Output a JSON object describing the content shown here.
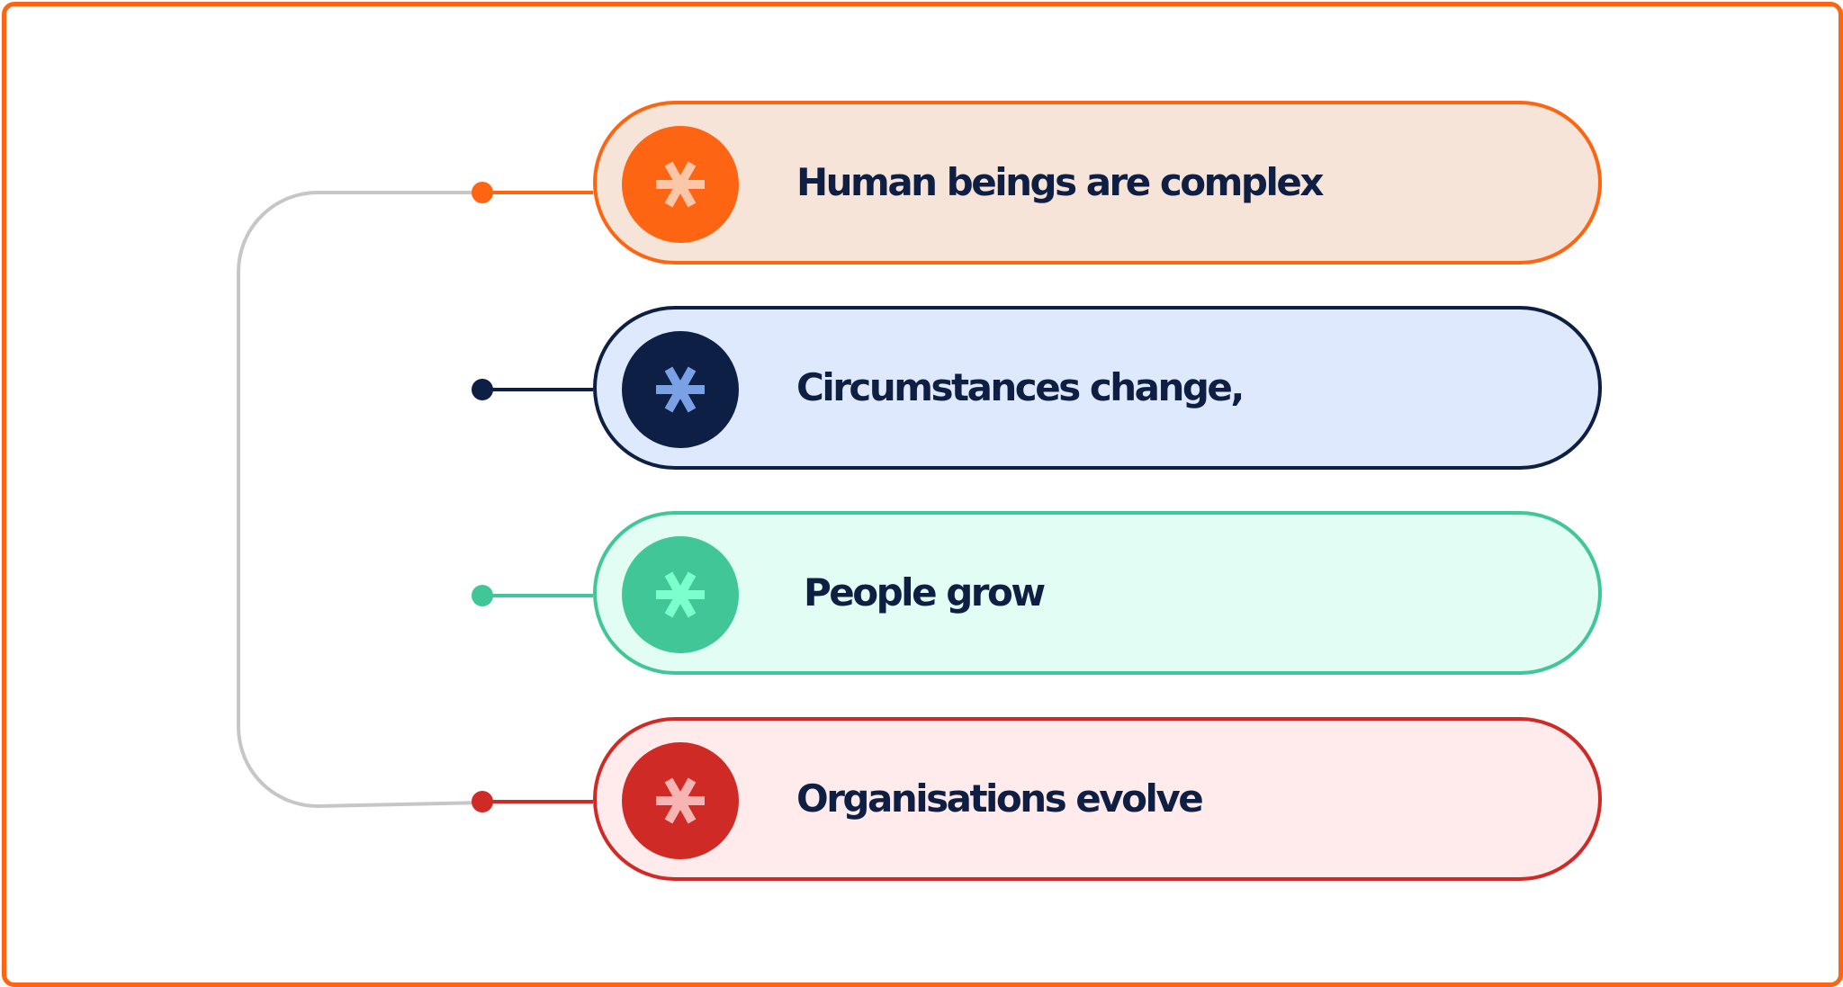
{
  "items": [
    {
      "text": "Human beings are complex",
      "color": "#fe6513",
      "fill": "#f6e4d9",
      "icon_color": "#fcc6a8",
      "icon": "asterisk-icon"
    },
    {
      "text": "Circumstances change,",
      "color": "#0e1f45",
      "fill": "#dee9fd",
      "icon_color": "#7aa0e5",
      "icon": "asterisk-icon"
    },
    {
      "text": "People grow",
      "color": "#41c797",
      "fill": "#e1fdf4",
      "icon_color": "#7cffcc",
      "icon": "asterisk-icon"
    },
    {
      "text": "Organisations evolve",
      "color": "#d02a27",
      "fill": "#ffebeb",
      "icon_color": "#f6b4b3",
      "icon": "asterisk-icon"
    }
  ],
  "connector_color": "#c6c6c6",
  "frame_color": "#fe6513"
}
